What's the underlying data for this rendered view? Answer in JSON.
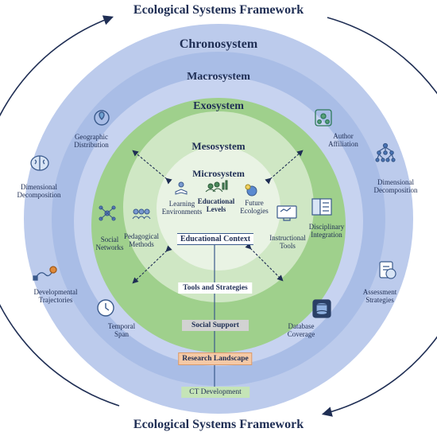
{
  "title_top": "Ecological Systems Framework",
  "title_bottom": "Ecological Systems Framework",
  "rings": {
    "chronosystem": "Chronosystem",
    "macrosystem": "Macrosystem",
    "exosystem": "Exosystem",
    "mesosystem": "Mesosystem",
    "microsystem": "Microsystem"
  },
  "center": {
    "educational_context": "Educational Context"
  },
  "micro_items": {
    "learning_environments": "Learning\nEnvironments",
    "educational_levels": "Educational\nLevels",
    "future_ecologies": "Future\nEcologies"
  },
  "meso_items": {
    "pedagogical_methods": "Pedagogical\nMethods",
    "instructional_tools": "Instructional\nTools"
  },
  "exo_items": {
    "social_networks": "Social\nNetworks",
    "disciplinary_integration": "Disciplinary\nIntegration",
    "geographic_distribution": "Geographic\nDistribution",
    "author_affiliation": "Author\nAffiliation",
    "temporal_span": "Temporal\nSpan",
    "database_coverage": "Database\nCoverage"
  },
  "outer_items": {
    "dimensional_decomposition_left": "Dimensional\nDecomposition",
    "dimensional_decomposition_right": "Dimensional\nDecomposition",
    "developmental_trajectories": "Developmental\nTrajectories",
    "assessment_strategies": "Assessment\nStrategies"
  },
  "stack": {
    "tools_and_strategies": "Tools and Strategies",
    "social_support": "Social Support",
    "research_landscape": "Research Landscape",
    "ct_development": "CT Development"
  },
  "colors": {
    "outer_ring": "#bccbec",
    "chrono_ring": "#a9bde6",
    "macro_ring": "#c7d3f0",
    "exo_ring": "#9fd08c",
    "meso_ring": "#cfe7c4",
    "micro_ring": "#e9f3e4",
    "title": "#1f2e54",
    "social_support_box": "#d2d2d2",
    "research_landscape_box": "#f5c9a6",
    "ct_development_box": "#c5e4b7"
  },
  "icons": {
    "geographic_distribution": "map-pin-icon",
    "author_affiliation": "people-network-icon",
    "dimensional_decomposition_left": "brain-icon",
    "dimensional_decomposition_right": "tree-diagram-icon",
    "social_networks": "network-icon",
    "disciplinary_integration": "books-icon",
    "developmental_trajectories": "path-icon",
    "assessment_strategies": "assessment-icon",
    "temporal_span": "clock-icon",
    "database_coverage": "database-icon",
    "pedagogical_methods": "teacher-students-icon",
    "instructional_tools": "screen-icon",
    "learning_environments": "reading-icon",
    "educational_levels": "graduates-icon",
    "future_ecologies": "globe-bulb-icon"
  }
}
